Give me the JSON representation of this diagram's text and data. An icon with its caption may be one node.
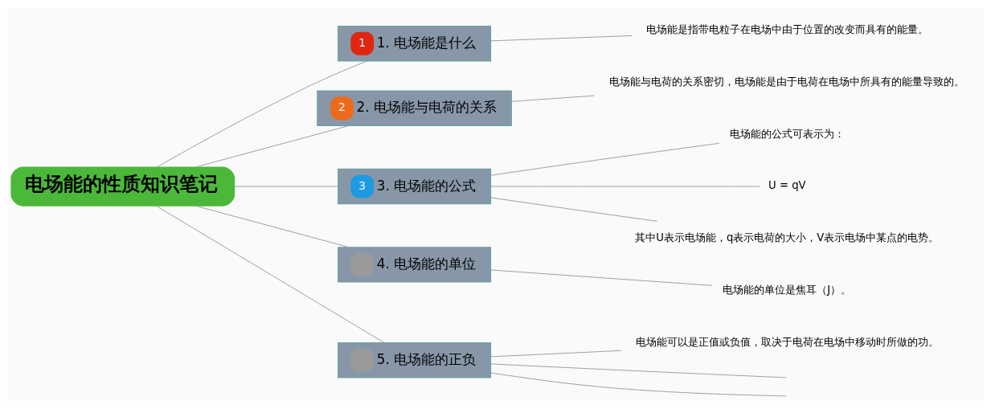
{
  "diagram": {
    "nodes": [
      {
        "text": [
          "电场能的性质知识笔记"
        ]
      },
      {
        "text": [
          "1",
          "1. 电场能是什么"
        ]
      },
      {
        "text": [
          "2",
          "2. 电场能与电荷的关系"
        ]
      },
      {
        "text": [
          "3",
          "3. 电场能的公式"
        ]
      },
      {
        "text": [
          "4. 电场能的单位"
        ]
      },
      {
        "text": [
          "5. 电场能的正负"
        ]
      },
      {
        "text": [
          "电场能是指带电粒子在电场中由于位置的改变而具有的能量。"
        ]
      },
      {
        "text": [
          "电场能与电荷的关系密切，电场能是由于电荷在电场中所具有的能量导致的。"
        ]
      },
      {
        "text": [
          "电场能的公式可表示为："
        ]
      },
      {
        "text": [
          "U = qV"
        ]
      },
      {
        "text": [
          "其中U表示电场能，q表示电荷的大小，V表示电场中某点的电势。"
        ]
      },
      {
        "text": [
          "电场能的单位是焦耳（J）。"
        ]
      },
      {
        "text": [
          "电场能可以是正值或负值，取决于电荷在电场中移动时所做的功。"
        ]
      }
    ],
    "edges": [
      {
        "from": 0,
        "to": 1,
        "arrow": "none"
      },
      {
        "from": 0,
        "to": 2,
        "arrow": "none"
      },
      {
        "from": 0,
        "to": 3,
        "arrow": "none"
      },
      {
        "from": 0,
        "to": 4,
        "arrow": "none"
      },
      {
        "from": 0,
        "to": 5,
        "arrow": "none"
      },
      {
        "from": 1,
        "to": 6,
        "arrow": "none"
      },
      {
        "from": 2,
        "to": 7,
        "arrow": "none"
      },
      {
        "from": 3,
        "to": 8,
        "arrow": "none"
      },
      {
        "from": 3,
        "to": 9,
        "arrow": "none"
      },
      {
        "from": 3,
        "to": 10,
        "arrow": "none"
      },
      {
        "from": 4,
        "to": 11,
        "arrow": "none"
      },
      {
        "from": 5,
        "to": 12,
        "arrow": "none"
      },
      {
        "from": 5,
        "to": null,
        "arrow": "none"
      },
      {
        "from": 5,
        "to": null,
        "arrow": "none"
      }
    ]
  }
}
